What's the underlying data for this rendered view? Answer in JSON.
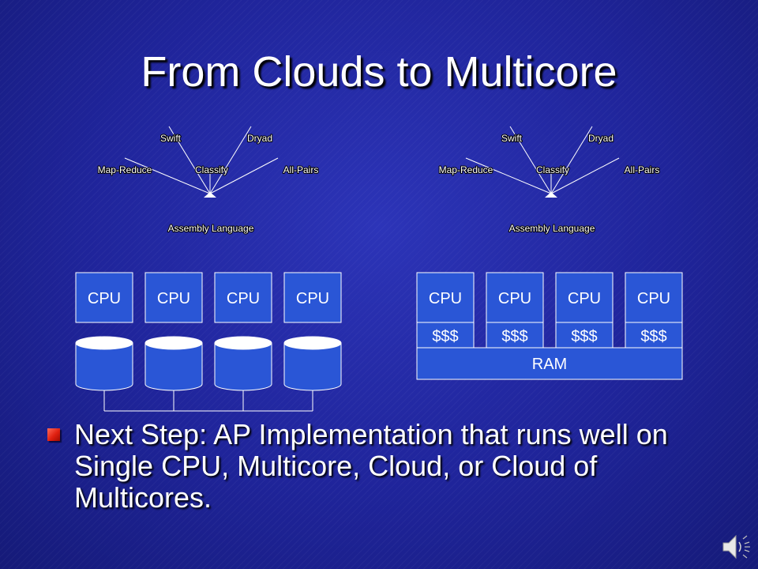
{
  "slide": {
    "title": "From Clouds to Multicore",
    "bullet": "Next Step: AP Implementation that runs well on Single CPU, Multicore, Cloud, or Cloud of Multicores."
  },
  "left_diagram": {
    "fan_labels": [
      "Swift",
      "Dryad",
      "Map-Reduce",
      "Classify",
      "All-Pairs"
    ],
    "base_label": "Assembly Language",
    "cpu_label": "CPU"
  },
  "right_diagram": {
    "fan_labels": [
      "Swift",
      "Dryad",
      "Map-Reduce",
      "Classify",
      "All-Pairs"
    ],
    "base_label": "Assembly Language",
    "cpu_label": "CPU",
    "cache_label": "$$$",
    "ram_label": "RAM"
  },
  "icons": {
    "speaker": "speaker-icon"
  },
  "colors": {
    "background": "#1f249a",
    "box_fill": "#2a56d6",
    "bullet": "#e02010"
  }
}
